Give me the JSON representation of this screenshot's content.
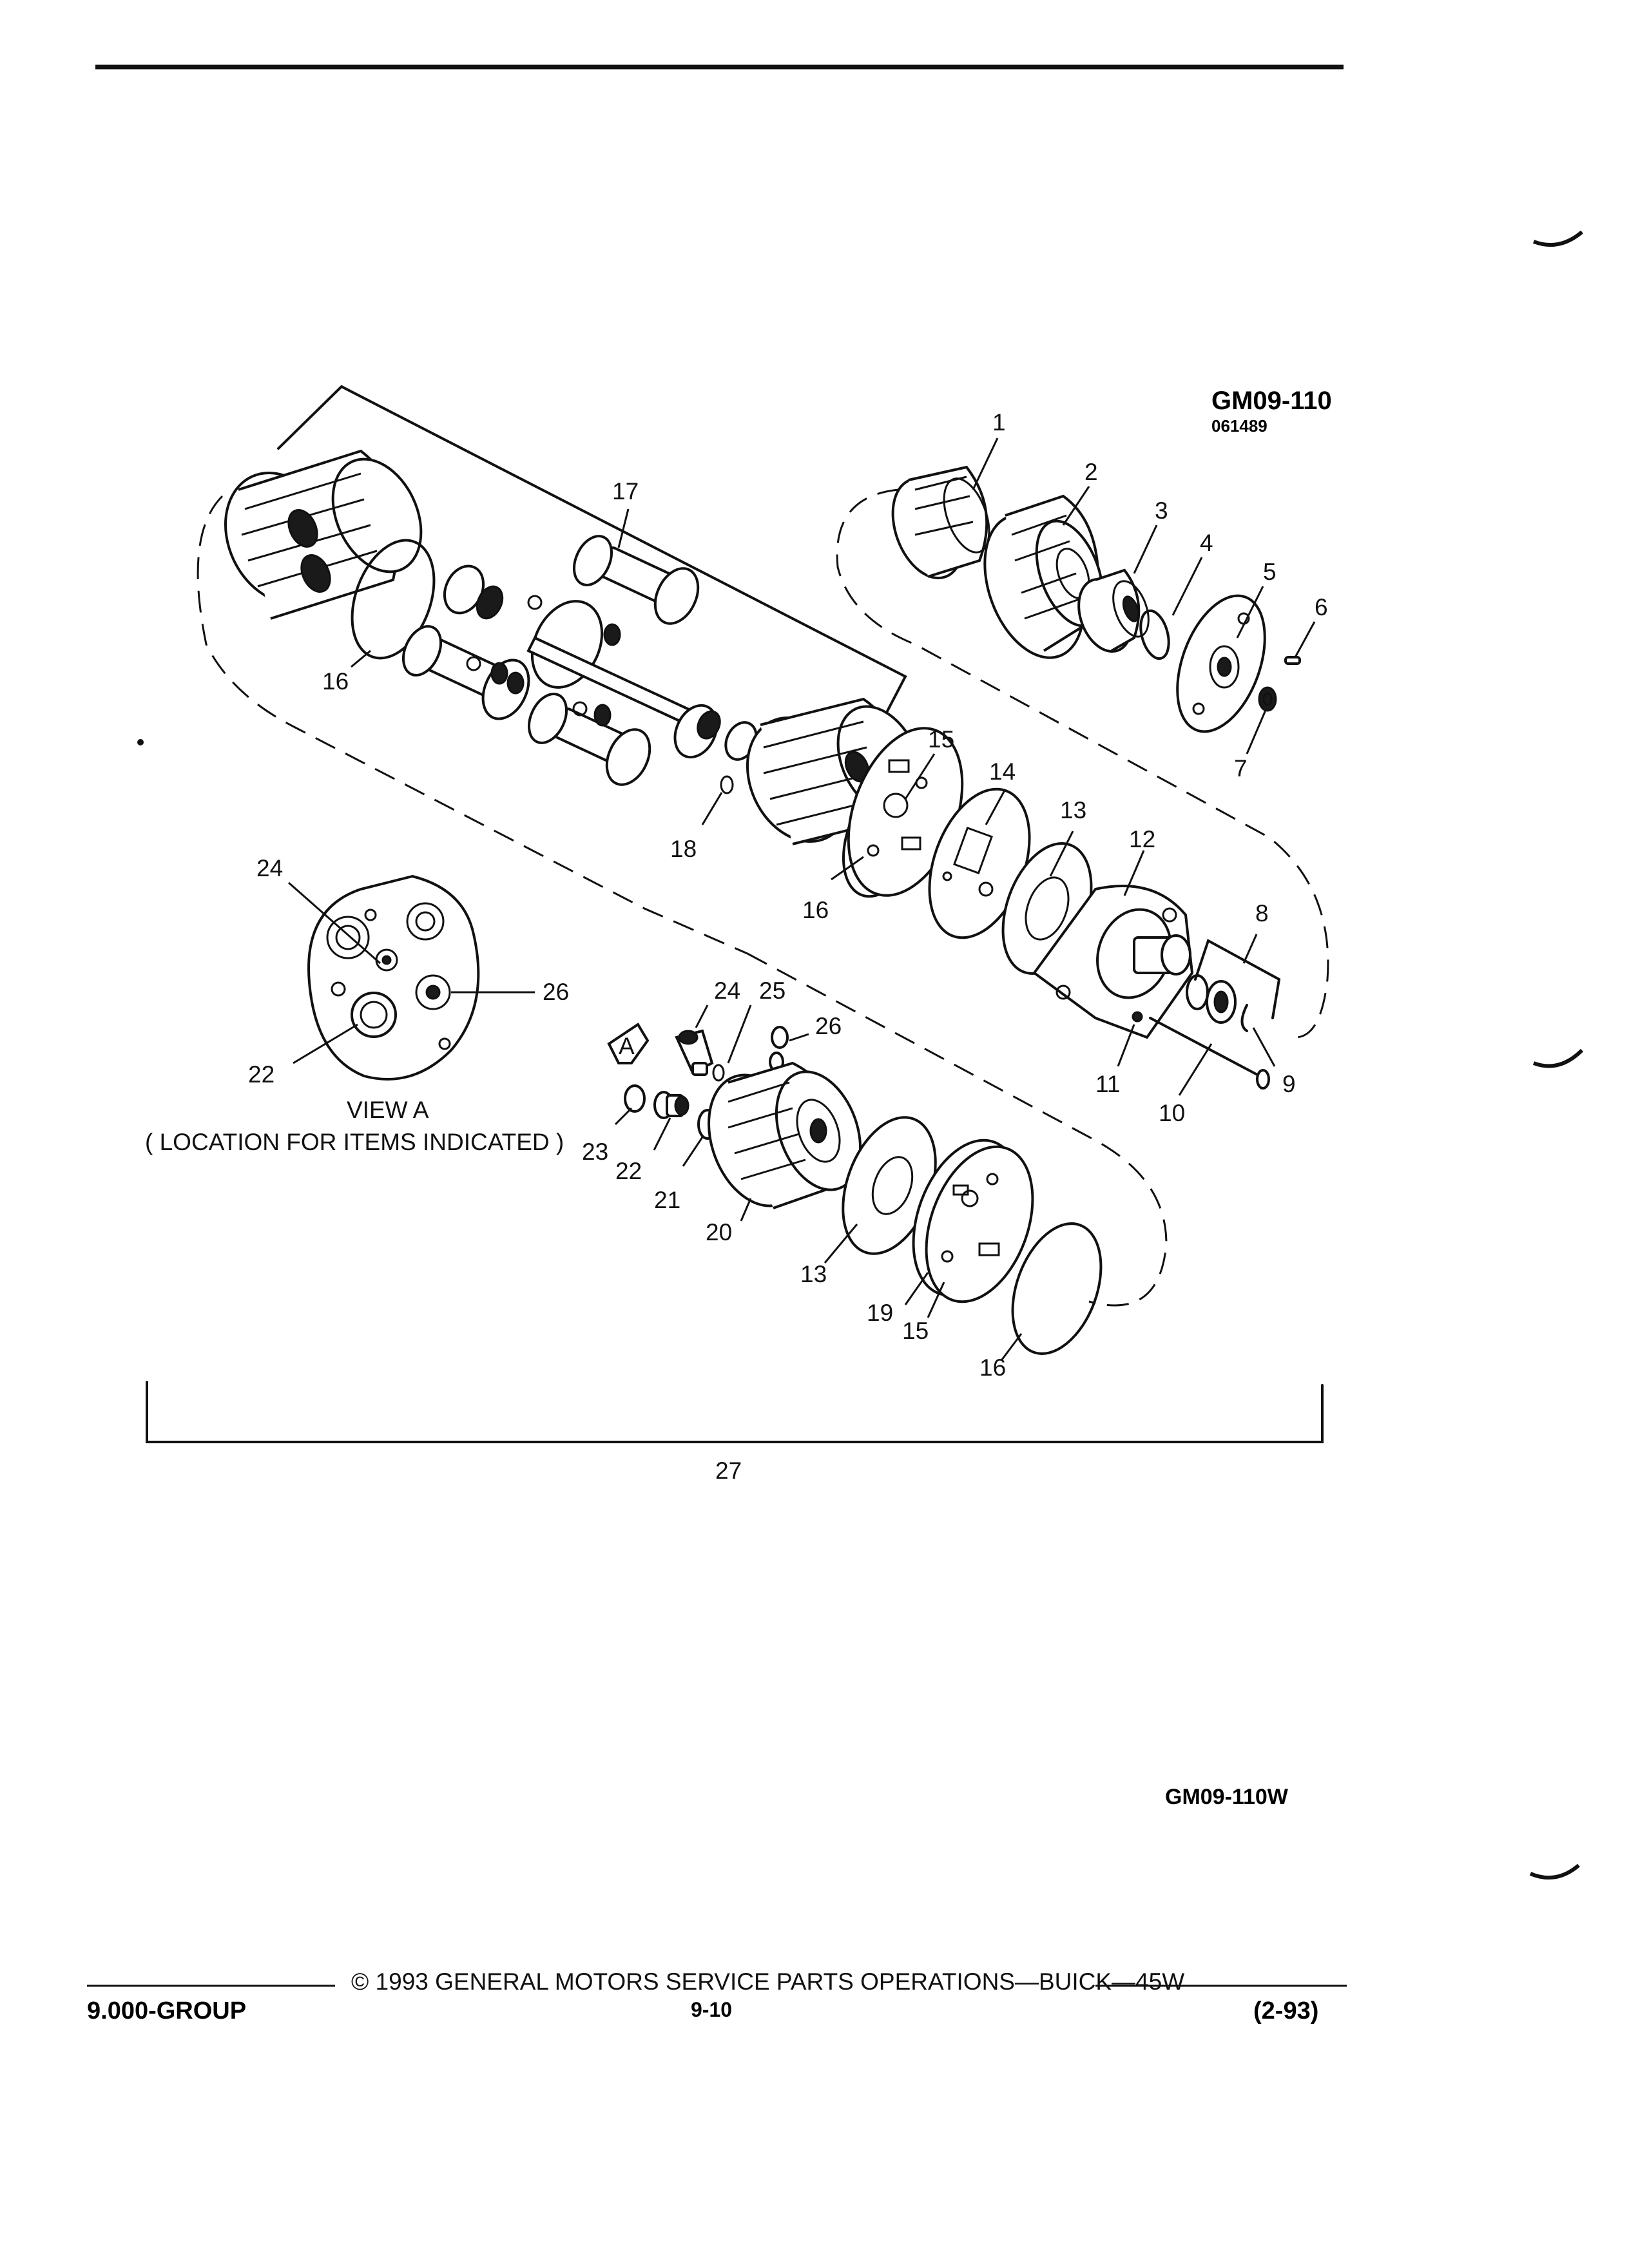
{
  "header": {
    "figure_id": "GM09-110",
    "figure_date": "061489"
  },
  "callouts": [
    {
      "id": "c1",
      "text": "1"
    },
    {
      "id": "c2",
      "text": "2"
    },
    {
      "id": "c3",
      "text": "3"
    },
    {
      "id": "c4",
      "text": "4"
    },
    {
      "id": "c5",
      "text": "5"
    },
    {
      "id": "c6",
      "text": "6"
    },
    {
      "id": "c7",
      "text": "7"
    },
    {
      "id": "c8",
      "text": "8"
    },
    {
      "id": "c9",
      "text": "9"
    },
    {
      "id": "c10",
      "text": "10"
    },
    {
      "id": "c11",
      "text": "11"
    },
    {
      "id": "c12",
      "text": "12"
    },
    {
      "id": "c13a",
      "text": "13"
    },
    {
      "id": "c13b",
      "text": "13"
    },
    {
      "id": "c14",
      "text": "14"
    },
    {
      "id": "c15a",
      "text": "15"
    },
    {
      "id": "c15b",
      "text": "15"
    },
    {
      "id": "c16a",
      "text": "16"
    },
    {
      "id": "c16b",
      "text": "16"
    },
    {
      "id": "c16c",
      "text": "16"
    },
    {
      "id": "c17",
      "text": "17"
    },
    {
      "id": "c18",
      "text": "18"
    },
    {
      "id": "c19",
      "text": "19"
    },
    {
      "id": "c20",
      "text": "20"
    },
    {
      "id": "c21",
      "text": "21"
    },
    {
      "id": "c22a",
      "text": "22"
    },
    {
      "id": "c22b",
      "text": "22"
    },
    {
      "id": "c23",
      "text": "23"
    },
    {
      "id": "c24a",
      "text": "24"
    },
    {
      "id": "c24b",
      "text": "24"
    },
    {
      "id": "c25",
      "text": "25"
    },
    {
      "id": "c26a",
      "text": "26"
    },
    {
      "id": "c26b",
      "text": "26"
    },
    {
      "id": "c27",
      "text": "27"
    }
  ],
  "view_a": {
    "title": "VIEW A",
    "caption": "( LOCATION FOR ITEMS INDICATED )",
    "arrow_letter": "A"
  },
  "figure_code": "GM09-110W",
  "footer": {
    "copyright": "© 1993 GENERAL MOTORS SERVICE PARTS OPERATIONS—BUICK—45W",
    "group": "9.000-GROUP",
    "page_number": "9-10",
    "revision": "(2-93)"
  }
}
